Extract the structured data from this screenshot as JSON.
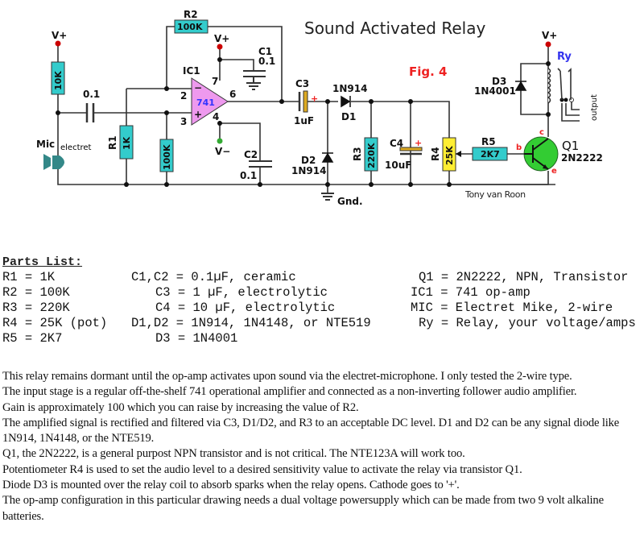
{
  "diagram": {
    "title": "Sound Activated Relay",
    "figure": "Fig. 4",
    "author": "Tony van Roon",
    "labels": {
      "vplus": "V+",
      "vminus": "V−",
      "mic": "Mic",
      "electret": "electret",
      "r_10k": "10K",
      "c_input": "0.1",
      "r1": "R1",
      "r1_val": "1K",
      "r_100k": "100K",
      "r2": "R2",
      "r2_val": "100K",
      "ic1": "IC1",
      "ic1_val": "741",
      "pin2": "2",
      "pin3": "3",
      "pin7": "7",
      "pin6": "6",
      "pin4": "4",
      "minus": "−",
      "plus": "+",
      "c1": "C1",
      "c1_val": "0.1",
      "c2": "C2",
      "c2_val": "0.1",
      "c3": "C3",
      "c3_val": "1uF",
      "d1_type": "1N914",
      "d1": "D1",
      "d2": "D2",
      "d2_type": "1N914",
      "gnd": "Gnd.",
      "r3": "R3",
      "r3_val": "220K",
      "c4": "C4",
      "c4_val": "10uF",
      "r4": "R4",
      "r4_val": "25K",
      "r5": "R5",
      "r5_val": "2K7",
      "q1": "Q1",
      "q1_type": "2N2222",
      "b": "b",
      "c": "c",
      "e": "e",
      "d3": "D3",
      "d3_type": "1N4001",
      "ry": "Ry",
      "output": "output"
    },
    "colors": {
      "resistor": "#33cccc",
      "pot": "#ffee33",
      "opamp": "#ee99ee",
      "opamp_text": "#3333ff",
      "transistor": "#33cc33",
      "electrolytic": "#ddaa22",
      "vplus_dot": "#cc0000",
      "vminus_dot": "#33aa33",
      "fig": "#ee2222",
      "ry": "#3333ee",
      "mic": "#338888"
    }
  },
  "parts_list": {
    "title": "Parts List:",
    "col1": [
      "R1 = 1K",
      "R2 = 100K",
      "R3 = 220K",
      "R4 = 25K (pot)",
      "R5 = 2K7"
    ],
    "col2": [
      "C1,C2 = 0.1µF, ceramic",
      "C3 = 1 µF, electrolytic",
      "C4 = 10 µF, electrolytic",
      "D1,D2 = 1N914, 1N4148, or NTE519",
      "D3 = 1N4001"
    ],
    "col3": [
      "Q1 = 2N2222, NPN, Transistor",
      "IC1 = 741 op-amp",
      "MIC = Electret Mike, 2-wire",
      "Ry = Relay, your voltage/amps"
    ]
  },
  "description": [
    "This relay remains dormant until the op-amp activates upon sound via the electret-microphone. I only tested the 2-wire type.",
    "The input stage is a regular off-the-shelf 741 operational amplifier and connected as a non-inverting follower audio amplifier.",
    "Gain is approximately 100 which you can raise by increasing the value of R2.",
    "The amplified signal is rectified and filtered via C3, D1/D2, and R3 to an acceptable DC level. D1 and D2 can be any signal diode like 1N914, 1N4148, or the NTE519.",
    "Q1, the 2N2222, is a general purpost NPN transistor and is not critical. The NTE123A will work too.",
    "Potentiometer R4 is used to set the audio level to a desired sensitivity value to activate the relay via transistor Q1.",
    "Diode D3 is mounted over the relay coil to absorb sparks when the relay opens. Cathode goes to '+'.",
    "The op-amp configuration in this particular drawing needs a dual voltage powersupply which can be made from two 9 volt alkaline batteries."
  ]
}
